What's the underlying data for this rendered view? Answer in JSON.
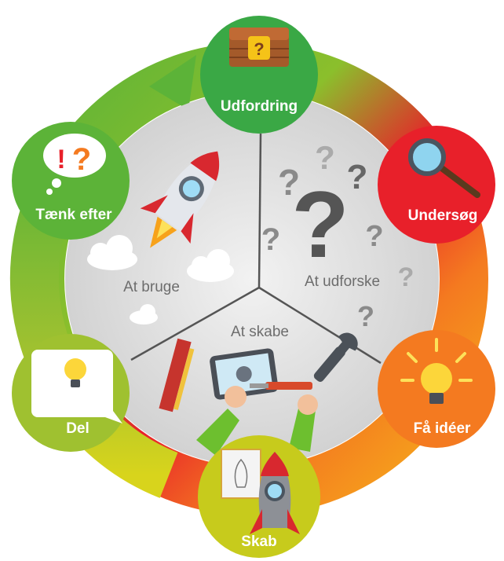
{
  "nodes": {
    "challenge": {
      "label": "Udfordring",
      "color": "#3aa845"
    },
    "investigate": {
      "label": "Undersøg",
      "color": "#e8202a"
    },
    "ideas": {
      "label": "Få idéer",
      "color": "#f47a20"
    },
    "create": {
      "label": "Skab",
      "color": "#c7cb1c"
    },
    "share": {
      "label": "Del",
      "color": "#9fc130"
    },
    "reflect": {
      "label": "Tænk efter",
      "color": "#5cb338"
    }
  },
  "sectors": {
    "use": {
      "label": "At bruge"
    },
    "explore": {
      "label": "At udforske"
    },
    "make": {
      "label": "At skabe"
    }
  },
  "icons": {
    "challenge": "treasure-chest-icon",
    "investigate": "magnifier-icon",
    "ideas": "lightbulb-icon",
    "create": "rocket-blueprint-icon",
    "share": "lightbulb-speech-icon",
    "reflect": "thought-bubble-icon"
  },
  "decor": {
    "question_mark": "?",
    "exclamation": "!"
  },
  "colors": {
    "ring_green": "#4cb13b",
    "ring_red": "#e52525",
    "ring_orange": "#f57f1e",
    "ring_yellow": "#dfd51c",
    "hub_gray": "#d9d9d9"
  }
}
